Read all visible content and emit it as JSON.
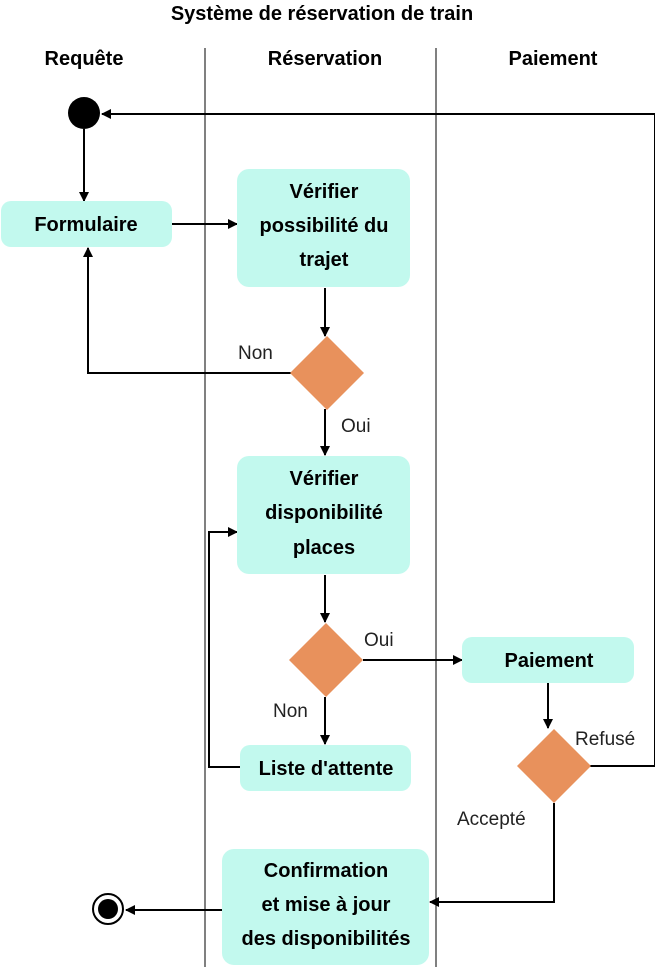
{
  "title": "Système de réservation de train",
  "lanes": [
    "Requête",
    "Réservation",
    "Paiement"
  ],
  "nodes": {
    "formulaire": [
      "Formulaire"
    ],
    "verifier_trajet": [
      "Vérifier",
      "possibilité du",
      "trajet"
    ],
    "verifier_places": [
      "Vérifier",
      "disponibilité",
      "places"
    ],
    "liste_attente": [
      "Liste d'attente"
    ],
    "paiement": [
      "Paiement"
    ],
    "confirmation": [
      "Confirmation",
      "et mise à jour",
      "des disponibilités"
    ]
  },
  "edge_labels": {
    "trajet_non": "Non",
    "trajet_oui": "Oui",
    "places_oui": "Oui",
    "places_non": "Non",
    "paiement_refuse": "Refusé",
    "paiement_accepte": "Accepté"
  },
  "colors": {
    "activity_fill": "#c2f9ee",
    "decision_fill": "#e8915c",
    "line": "#000000"
  }
}
